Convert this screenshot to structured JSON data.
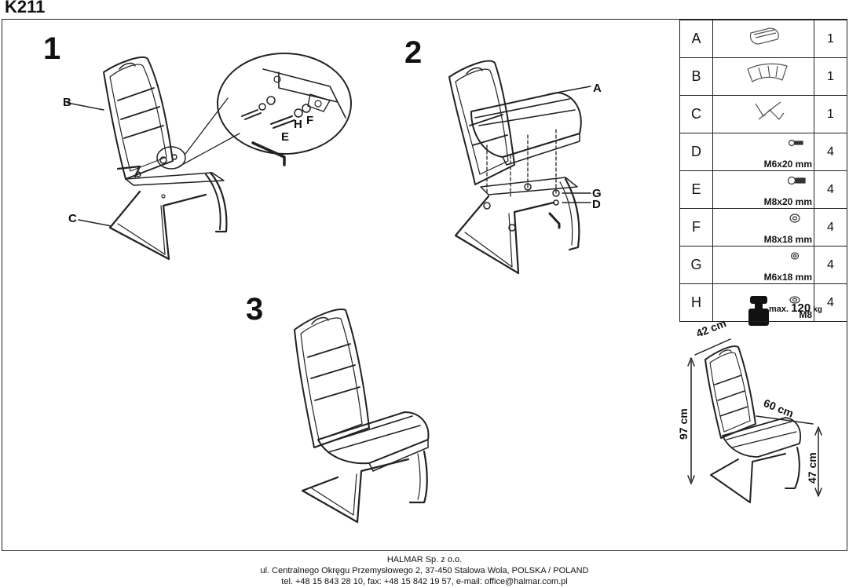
{
  "document": {
    "title": "K211"
  },
  "steps": {
    "s1": "1",
    "s2": "2",
    "s3": "3"
  },
  "step1_labels": {
    "b": "B",
    "c": "C",
    "e": "E",
    "h": "H",
    "f": "F"
  },
  "step2_labels": {
    "a": "A",
    "g": "G",
    "d": "D"
  },
  "parts": [
    {
      "letter": "A",
      "spec": "",
      "qty": "1",
      "icon": "seat-icon"
    },
    {
      "letter": "B",
      "spec": "",
      "qty": "1",
      "icon": "backrest-icon"
    },
    {
      "letter": "C",
      "spec": "",
      "qty": "1",
      "icon": "frame-icon"
    },
    {
      "letter": "D",
      "spec": "M6x20 mm",
      "qty": "4",
      "icon": "bolt-icon"
    },
    {
      "letter": "E",
      "spec": "M8x20 mm",
      "qty": "4",
      "icon": "bolt-icon"
    },
    {
      "letter": "F",
      "spec": "M8x18 mm",
      "qty": "4",
      "icon": "washer-icon"
    },
    {
      "letter": "G",
      "spec": "M6x18 mm",
      "qty": "4",
      "icon": "washer-icon"
    },
    {
      "letter": "H",
      "spec": "M8",
      "qty": "4",
      "icon": "spring-washer-icon"
    }
  ],
  "load": {
    "prefix": "max.",
    "value": "120",
    "unit": "kg"
  },
  "dimensions": {
    "width": "42 cm",
    "depth": "60 cm",
    "height": "97 cm",
    "seat_height": "47 cm"
  },
  "footer": {
    "line1": "HALMAR Sp. z o.o.",
    "line2": "ul. Centralnego Okręgu Przemysłowego 2, 37-450 Stalowa Wola, POLSKA / POLAND",
    "line3": "tel. +48 15 843 28 10, fax: +48 15 842 19 57, e-mail: office@halmar.com.pl"
  }
}
